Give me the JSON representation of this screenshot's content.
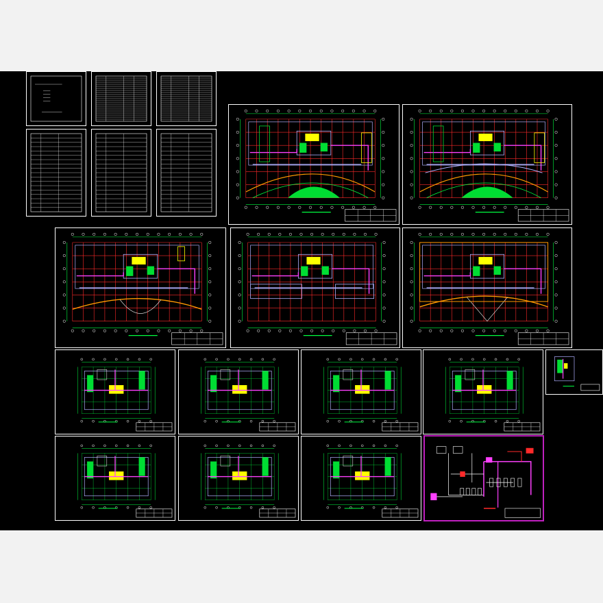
{
  "drawing_set": {
    "background": "#000000",
    "line_colors": {
      "frame": "#ffffff",
      "grid": "#ff2a2a",
      "dimension": "#00ff40",
      "wall": "#b0b0ff",
      "duct": "#ff40ff",
      "equipment": "#ffff00",
      "fill": "#00dd33",
      "accent": "#ff9900",
      "border_schematic": "#c020c0"
    },
    "sheet_kinds": [
      "index-table",
      "schedule-table",
      "floor-plan",
      "enlarged-plan",
      "system-schematic"
    ]
  }
}
